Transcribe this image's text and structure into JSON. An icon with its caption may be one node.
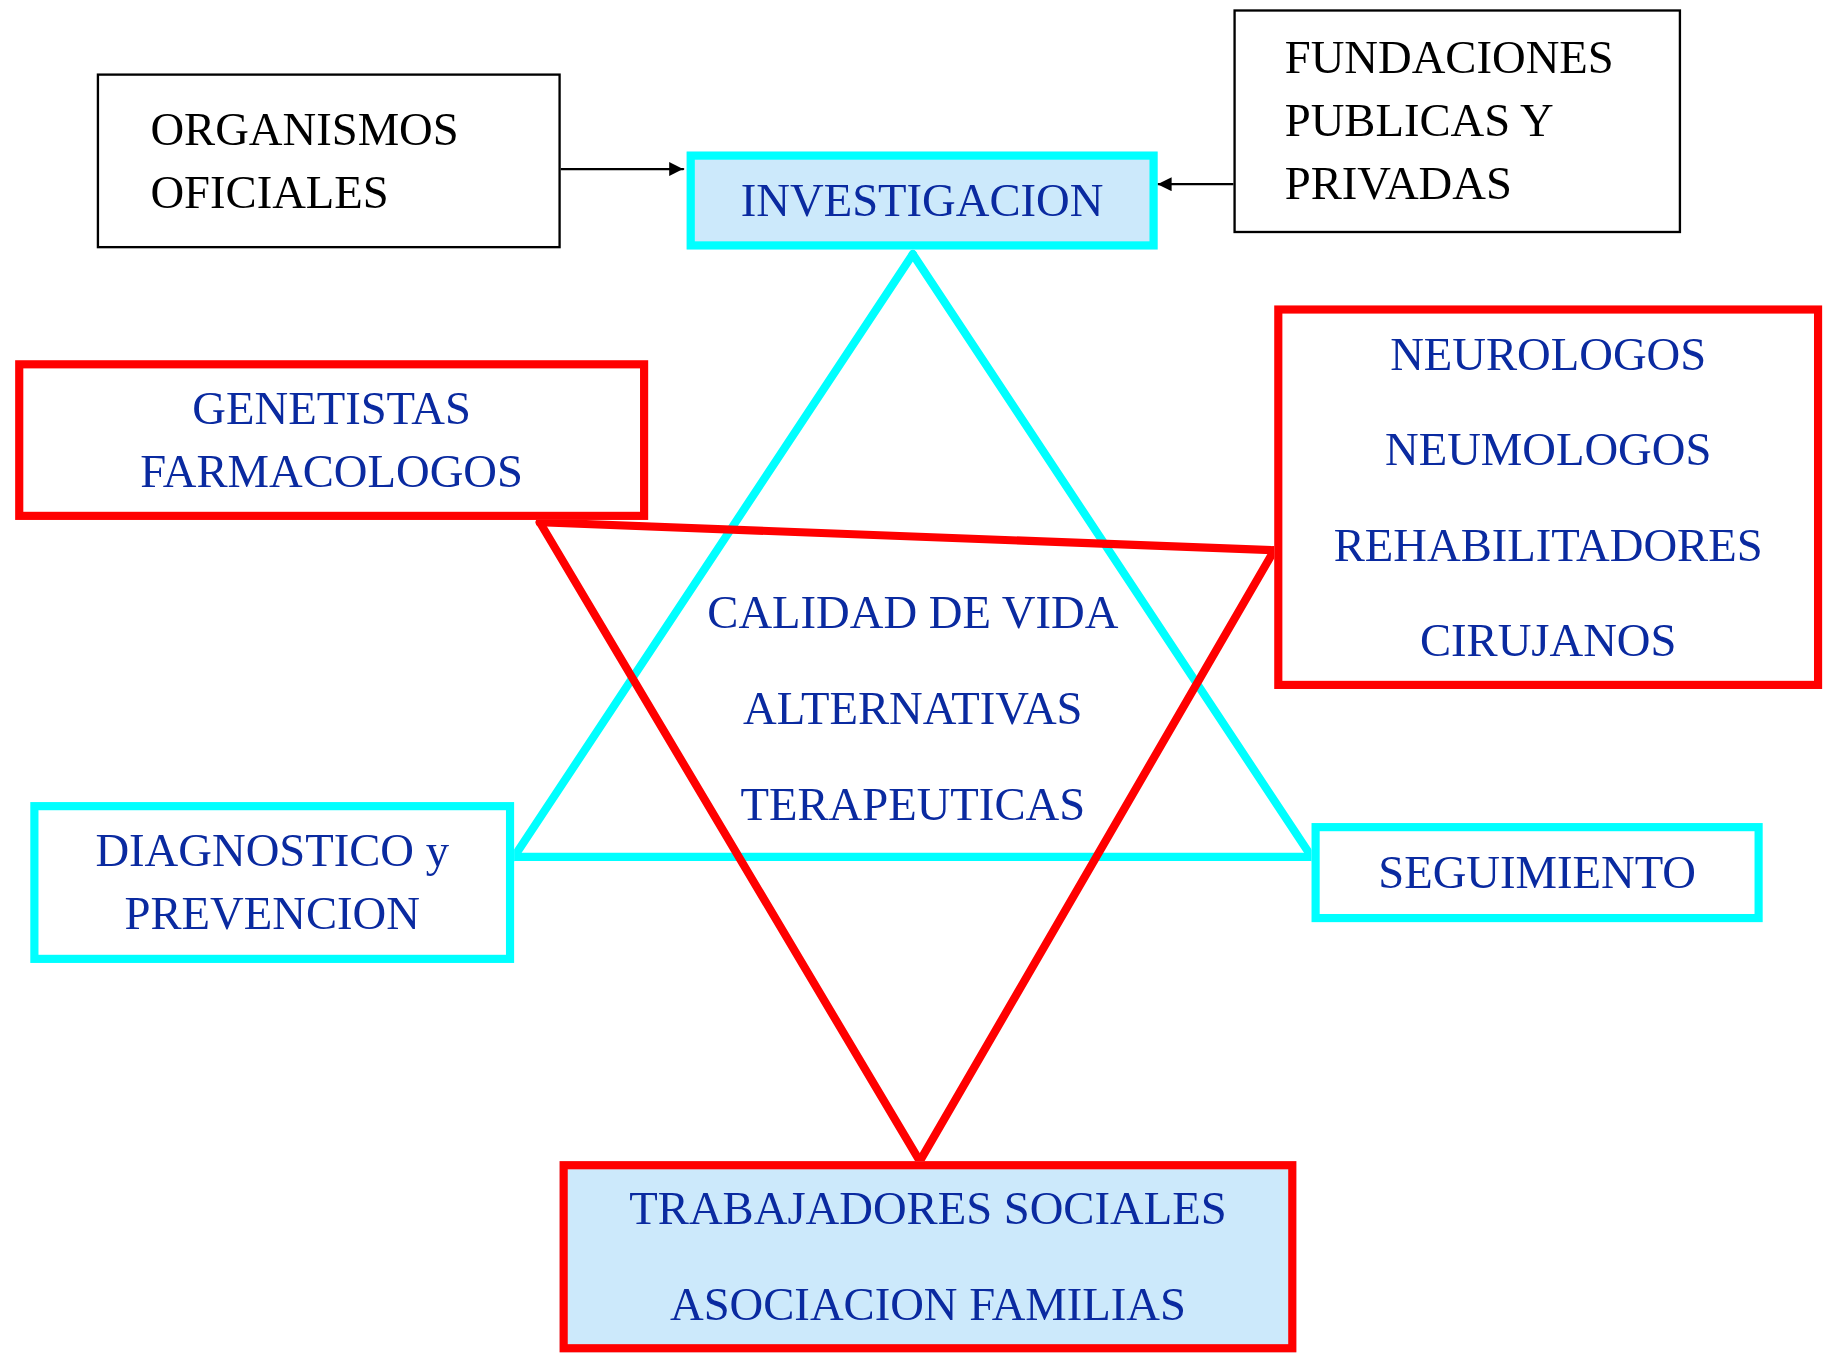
{
  "diagram": {
    "nodes": [
      {
        "text": [
          "ORGANISMOS OFICIALES"
        ]
      },
      {
        "text": [
          "INVESTIGACION"
        ]
      },
      {
        "text": [
          "FUNDACIONES PUBLICAS Y PRIVADAS"
        ]
      },
      {
        "text": [
          "GENETISTAS",
          "FARMACOLOGOS"
        ]
      },
      {
        "text": [
          "NEUROLOGOS",
          "NEUMOLOGOS",
          "REHABILITADORES",
          "CIRUJANOS"
        ]
      },
      {
        "text": [
          "DIAGNOSTICO y PREVENCION"
        ]
      },
      {
        "text": [
          "SEGUIMIENTO"
        ]
      },
      {
        "text": [
          "TRABAJADORES SOCIALES",
          "ASOCIACION FAMILIAS"
        ]
      }
    ],
    "edges": [
      {
        "from": 0,
        "to": 1,
        "arrow": "to",
        "color": "#000000"
      },
      {
        "from": 2,
        "to": 1,
        "arrow": "to",
        "color": "#000000"
      },
      {
        "from": 1,
        "to": 5,
        "arrow": "none",
        "color": "#00ffff"
      },
      {
        "from": 5,
        "to": 6,
        "arrow": "none",
        "color": "#00ffff"
      },
      {
        "from": 6,
        "to": 1,
        "arrow": "none",
        "color": "#00ffff"
      },
      {
        "from": 3,
        "to": 4,
        "arrow": "none",
        "color": "#ff0000"
      },
      {
        "from": 4,
        "to": 7,
        "arrow": "none",
        "color": "#ff0000"
      },
      {
        "from": 7,
        "to": 3,
        "arrow": "none",
        "color": "#ff0000"
      }
    ],
    "labels": [
      "CALIDAD DE VIDA",
      "ALTERNATIVAS TERAPEUTICAS"
    ]
  }
}
